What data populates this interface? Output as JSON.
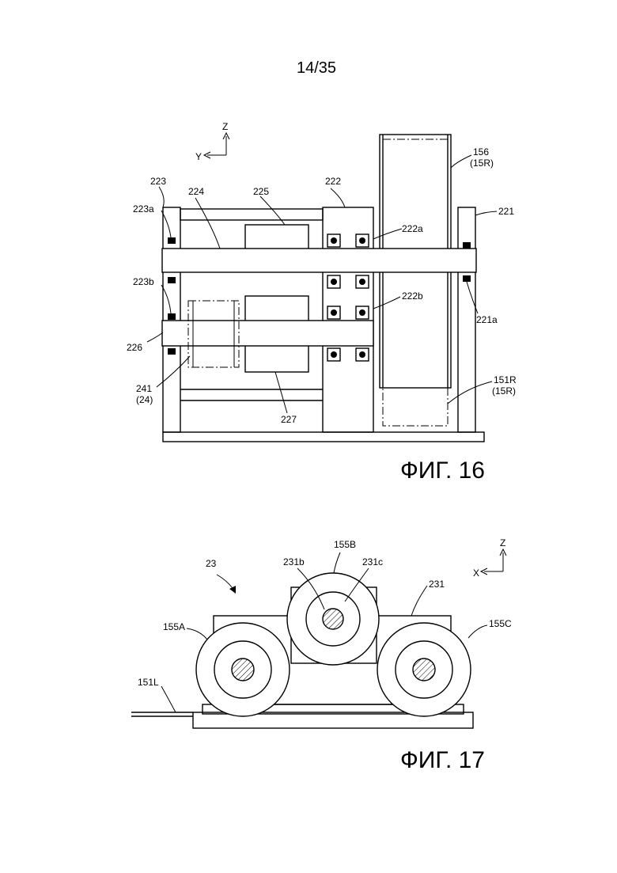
{
  "page": {
    "number": "14/35"
  },
  "fig16": {
    "caption": "ФИГ. 16",
    "axis": {
      "vertical": "Z",
      "horizontal": "Y"
    },
    "labels": {
      "l223": "223",
      "l223a": "223a",
      "l223b": "223b",
      "l224": "224",
      "l225": "225",
      "l222": "222",
      "l222a": "222a",
      "l222b": "222b",
      "l156": "156",
      "l15r_top": "(15R)",
      "l221": "221",
      "l221a": "221a",
      "l226": "226",
      "l241": "241",
      "l24": "(24)",
      "l227": "227",
      "l151r": "151R",
      "l15r_bot": "(15R)"
    }
  },
  "fig17": {
    "caption": "ФИГ. 17",
    "axis": {
      "vertical": "Z",
      "horizontal": "X"
    },
    "labels": {
      "l23": "23",
      "l155b": "155B",
      "l231b": "231b",
      "l231c": "231c",
      "l231": "231",
      "l155a": "155A",
      "l155c": "155C",
      "l151l": "151L"
    }
  }
}
